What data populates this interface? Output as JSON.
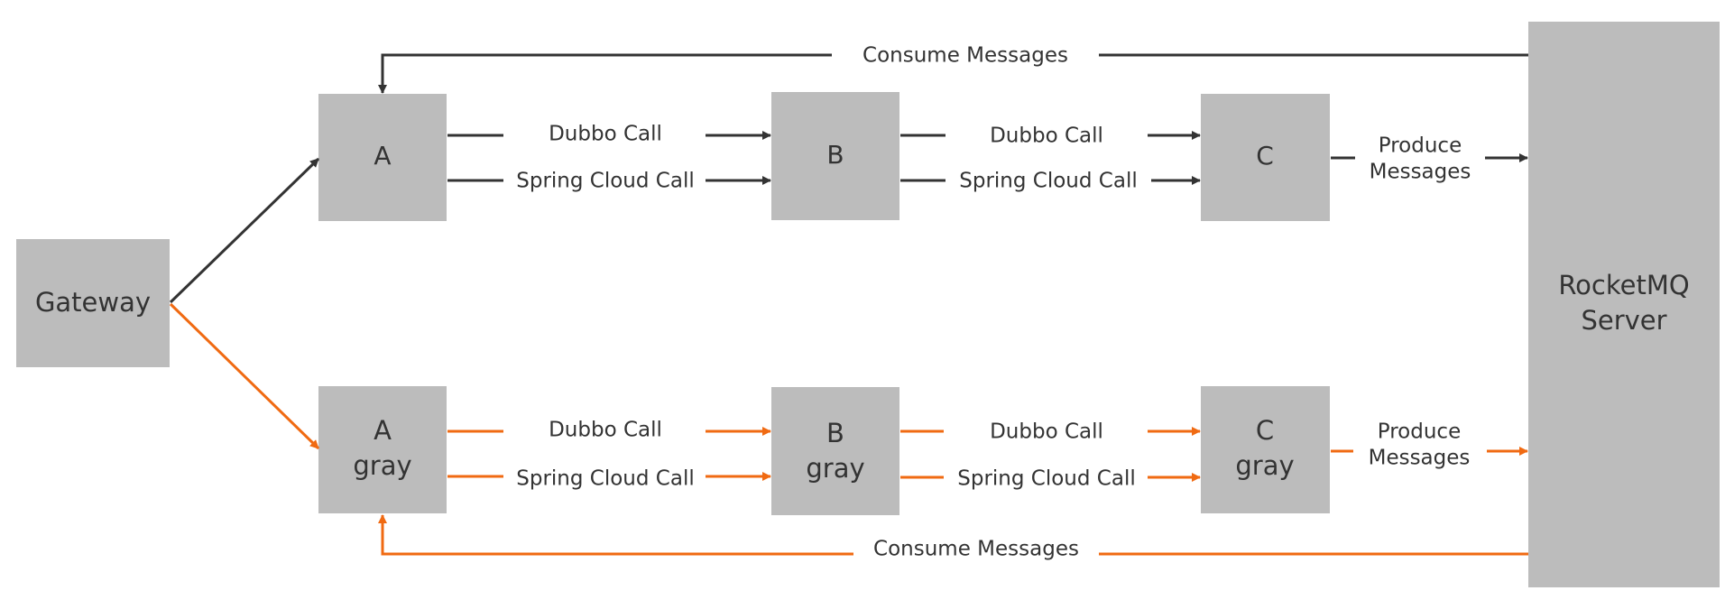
{
  "colors": {
    "box_fill": "#bcbcbc",
    "text": "#333333",
    "normal_path": "#333333",
    "gray_path": "#f06a12",
    "background": "#ffffff"
  },
  "nodes": {
    "gateway": "Gateway",
    "a": "A",
    "b": "B",
    "c": "C",
    "a_gray": [
      "A",
      "gray"
    ],
    "b_gray": [
      "B",
      "gray"
    ],
    "c_gray": [
      "C",
      "gray"
    ],
    "rocketmq": [
      "RocketMQ",
      "Server"
    ]
  },
  "edges": {
    "consume_top": "Consume Messages",
    "consume_bottom": "Consume Messages",
    "dubbo_ab": "Dubbo Call",
    "spring_ab": "Spring Cloud Call",
    "dubbo_bc": "Dubbo Call",
    "spring_bc": "Spring Cloud Call",
    "produce_top": [
      "Produce",
      "Messages"
    ],
    "dubbo_ab_gray": "Dubbo Call",
    "spring_ab_gray": "Spring Cloud Call",
    "dubbo_bc_gray": "Dubbo Call",
    "spring_bc_gray": "Spring Cloud Call",
    "produce_gray": [
      "Produce",
      "Messages"
    ]
  }
}
